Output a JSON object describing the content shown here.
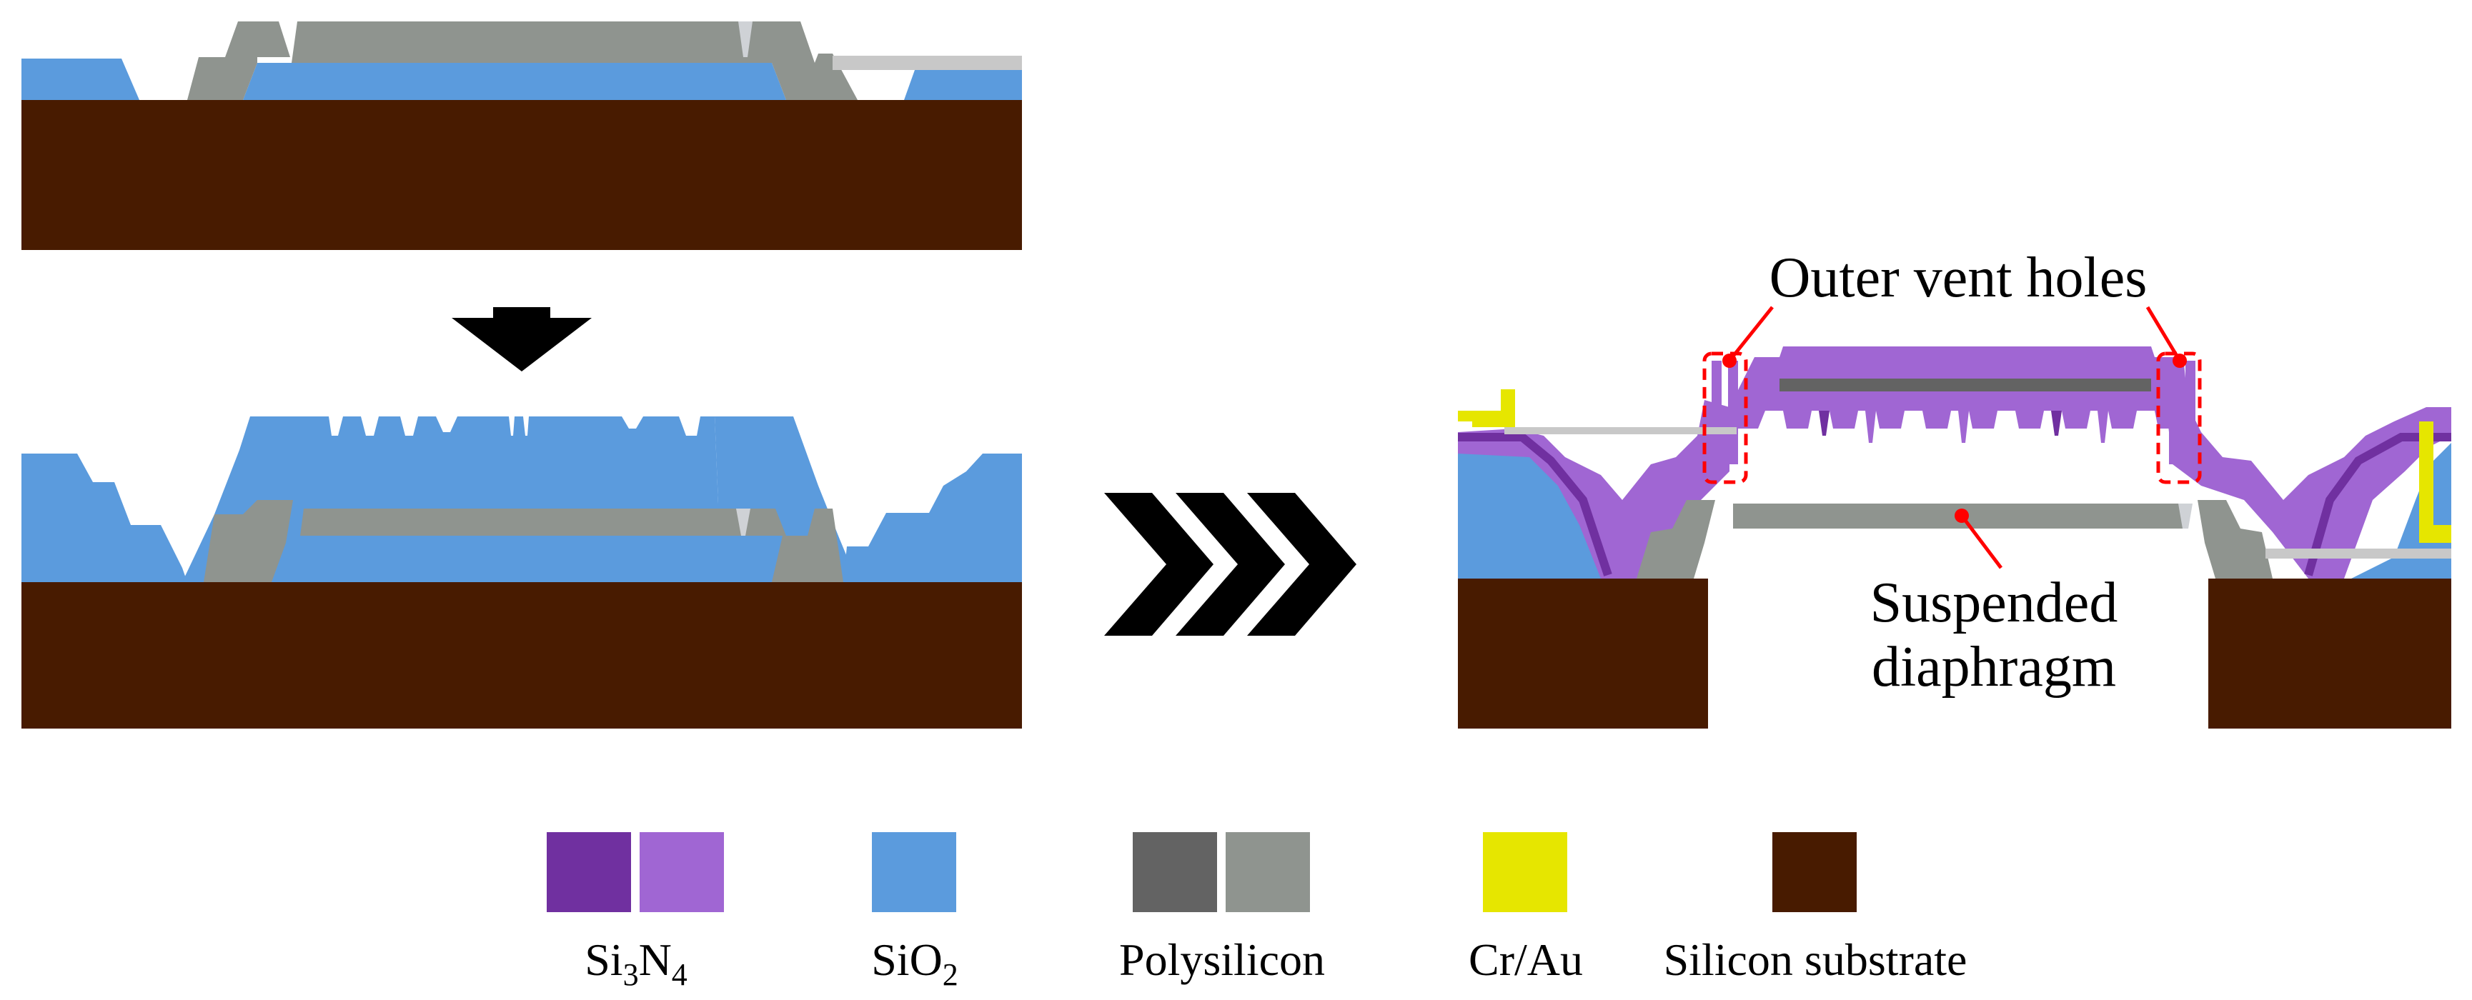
{
  "colors": {
    "si3n4_dark": "#7030a0",
    "si3n4_light": "#a066d3",
    "sio2": "#5b9bdd",
    "poly_dark": "#636363",
    "poly_light": "#8f948f",
    "cr_au": "#e6e600",
    "silicon": "#481b00",
    "thin_line": "#c8c8c8",
    "via": "#cfd2d6",
    "annotation_red": "#ff0000",
    "arrow": "#000000"
  },
  "annotations": {
    "outer_vent_holes": "Outer vent holes",
    "suspended_diaphragm_line1": "Suspended",
    "suspended_diaphragm_line2": "diaphragm"
  },
  "legend": [
    {
      "id": "si3n4",
      "base": "Si",
      "sub1": "3",
      "mid": "N",
      "sub2": "4",
      "swatches": [
        "si3n4_dark",
        "si3n4_light"
      ]
    },
    {
      "id": "sio2",
      "base": "SiO",
      "sub1": "2",
      "mid": "",
      "sub2": "",
      "swatches": [
        "sio2"
      ]
    },
    {
      "id": "poly",
      "base": "Polysilicon",
      "sub1": "",
      "mid": "",
      "sub2": "",
      "swatches": [
        "poly_dark",
        "poly_light"
      ]
    },
    {
      "id": "crau",
      "base": "Cr/Au",
      "sub1": "",
      "mid": "",
      "sub2": "",
      "swatches": [
        "cr_au"
      ]
    },
    {
      "id": "silicon",
      "base": "Silicon substrate",
      "sub1": "",
      "mid": "",
      "sub2": "",
      "swatches": [
        "silicon"
      ]
    }
  ],
  "icons": {
    "down_arrow": "down-arrow-icon",
    "chevrons": "triple-chevron-icon"
  }
}
